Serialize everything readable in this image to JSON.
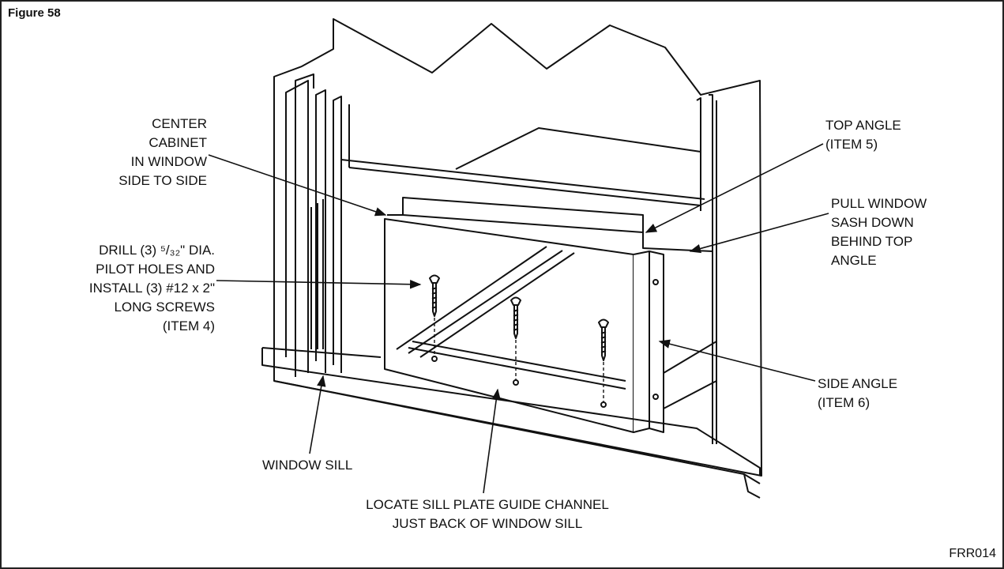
{
  "figure": {
    "label": "Figure 58",
    "code": "FRR014"
  },
  "callouts": {
    "center_cabinet": [
      "CENTER",
      "CABINET",
      "IN WINDOW",
      "SIDE TO SIDE"
    ],
    "drill": [
      "DRILL (3) ⁵/₃₂\" DIA.",
      "PILOT HOLES AND",
      "INSTALL (3) #12 x 2\"",
      "LONG SCREWS",
      "(ITEM 4)"
    ],
    "top_angle": [
      "TOP ANGLE",
      "(ITEM 5)"
    ],
    "pull_window": [
      "PULL WINDOW",
      "SASH DOWN",
      "BEHIND TOP",
      "ANGLE"
    ],
    "side_angle": [
      "SIDE ANGLE",
      "(ITEM 6)"
    ],
    "window_sill": [
      "WINDOW SILL"
    ],
    "guide_channel": [
      "LOCATE SILL PLATE GUIDE CHANNEL",
      "JUST BACK OF WINDOW SILL"
    ]
  }
}
